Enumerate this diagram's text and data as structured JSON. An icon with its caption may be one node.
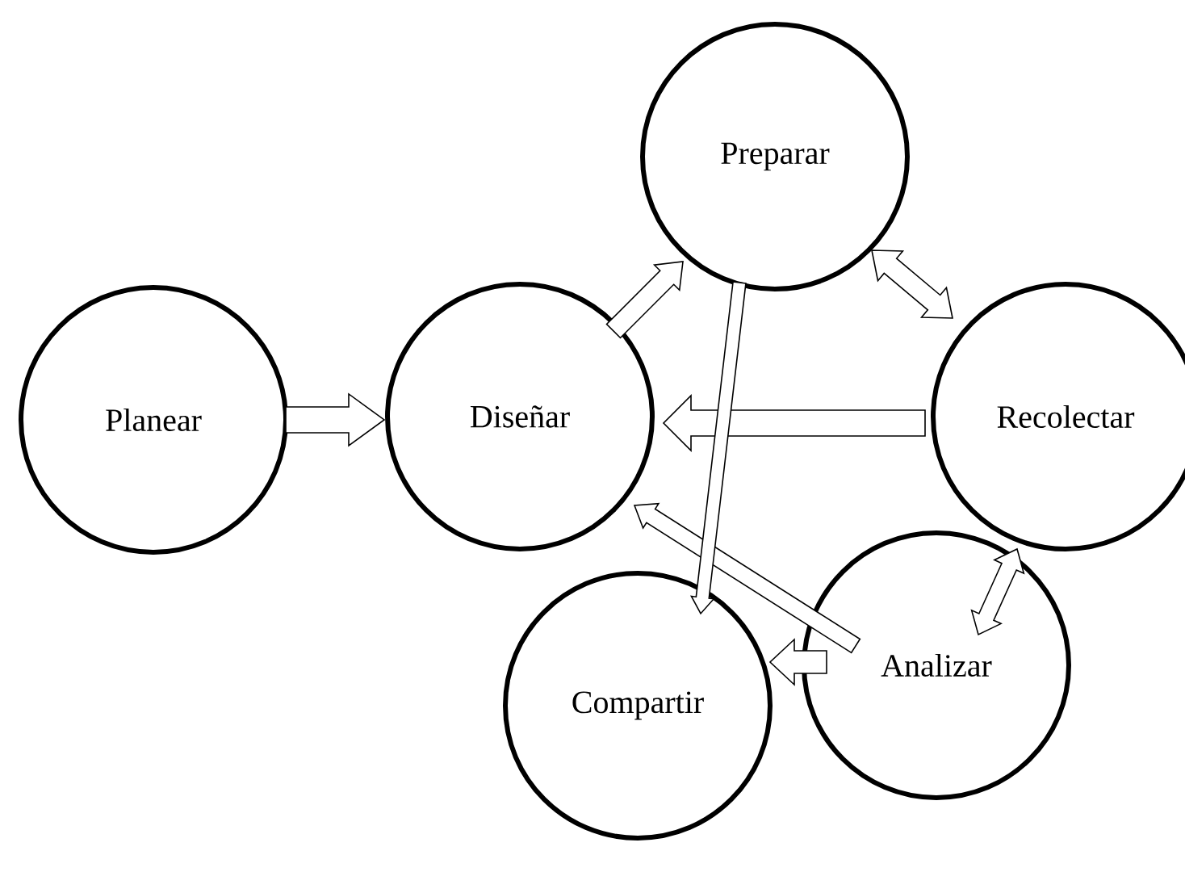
{
  "diagram": {
    "nodes": [
      {
        "text": [
          "Planear"
        ]
      },
      {
        "text": [
          "Diseñar"
        ]
      },
      {
        "text": [
          "Preparar"
        ]
      },
      {
        "text": [
          "Recolectar"
        ]
      },
      {
        "text": [
          "Analizar"
        ]
      },
      {
        "text": [
          "Compartir"
        ]
      }
    ],
    "edges": [
      {
        "from": 0,
        "to": 1,
        "arrow": "to"
      },
      {
        "from": 1,
        "to": 2,
        "arrow": "to"
      },
      {
        "from": 2,
        "to": 3,
        "arrow": "both"
      },
      {
        "from": 3,
        "to": 1,
        "arrow": "to"
      },
      {
        "from": 3,
        "to": 4,
        "arrow": "both"
      },
      {
        "from": 4,
        "to": 1,
        "arrow": "to"
      },
      {
        "from": 2,
        "to": 5,
        "arrow": "to"
      },
      {
        "from": 4,
        "to": 5,
        "arrow": "to"
      }
    ]
  }
}
